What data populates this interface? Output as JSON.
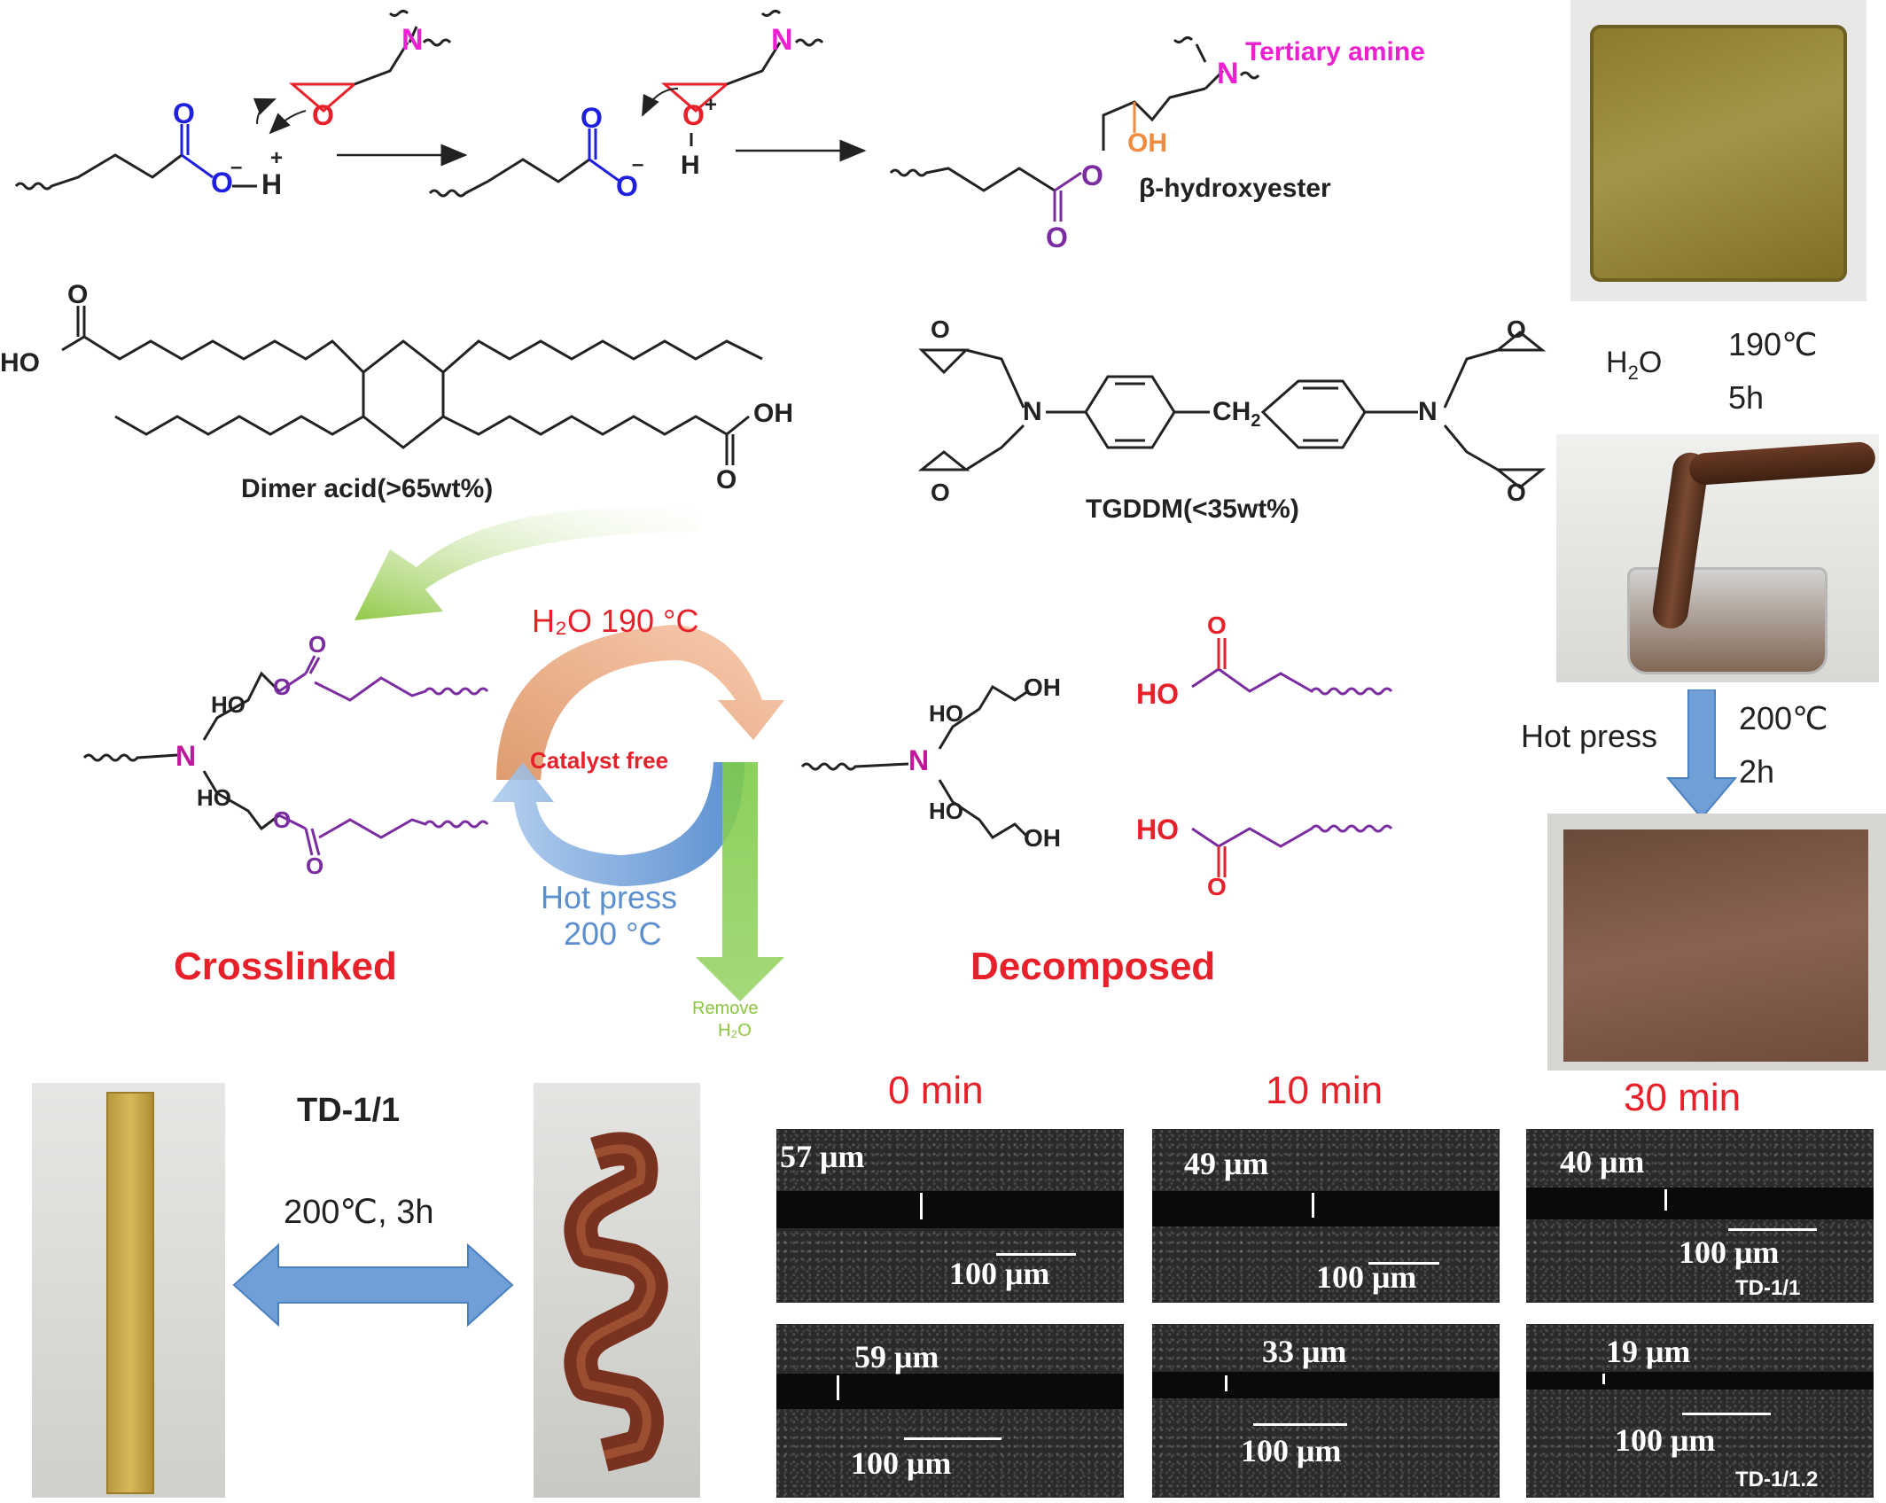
{
  "mechanism": {
    "tertiary_amine": "Tertiary amine",
    "n_label": "N",
    "o_label": "O",
    "oh_label": "OH",
    "h_label": "H",
    "plus": "+",
    "minus": "–",
    "hydroxyester": "β-hydroxyester"
  },
  "monomers": {
    "dimer_acid": "Dimer acid(>65wt%)",
    "tgddm": "TGDDM(<35wt%)",
    "ho": "HO",
    "oh": "OH",
    "o": "O",
    "n": "N",
    "ch2": "CH",
    "ch2_sub": "2"
  },
  "cycle": {
    "top": "H₂O  190 °C",
    "center": "Catalyst free",
    "bottom_1": "Hot press",
    "bottom_2": "200 °C",
    "remove_1": "Remove",
    "remove_2": "H₂O",
    "crosslinked": "Crosslinked",
    "decomposed": "Decomposed"
  },
  "process": {
    "step1_side": "H",
    "step1_side_sub": "2",
    "step1_side_end": "O",
    "step1_temp": "190℃",
    "step1_time": "5h",
    "step2_side": "Hot press",
    "step2_temp": "200℃",
    "step2_time": "2h"
  },
  "sample": {
    "name": "TD-1/1",
    "condition": "200℃, 3h"
  },
  "sem": {
    "times": [
      "0 min",
      "10 min",
      "30 min"
    ],
    "row1": [
      "57 μm",
      "49 μm",
      "40 μm"
    ],
    "row2": [
      "59 μm",
      "33 μm",
      "19 μm"
    ],
    "scale": "100 μm",
    "tag_row1": "TD-1/1",
    "tag_row2": "TD-1/1.2"
  },
  "colors": {
    "red": "#e8202a",
    "magenta": "#ee1fd0",
    "blue": "#1f1fe0",
    "purple": "#7a2ca0",
    "orange": "#f08a3c",
    "arrow_blue": "#6f9fd6",
    "green": "#8cc63f"
  }
}
